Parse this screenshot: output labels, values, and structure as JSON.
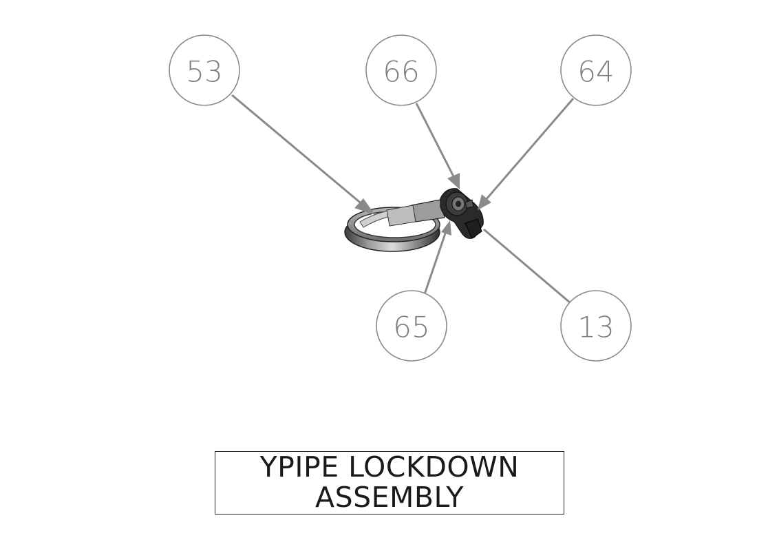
{
  "balloons": [
    {
      "id": "b53",
      "label": "53"
    },
    {
      "id": "b66",
      "label": "66"
    },
    {
      "id": "b64",
      "label": "64"
    },
    {
      "id": "b65",
      "label": "65"
    },
    {
      "id": "b13",
      "label": "13"
    }
  ],
  "title": {
    "line1": "YPIPE LOCKDOWN",
    "line2": "ASSEMBLY"
  },
  "colors": {
    "balloon_stroke": "#8a8a8a",
    "balloon_text": "#7e7e7e",
    "part_dark": "#2a2a2a",
    "part_light": "#cfcfcf"
  }
}
